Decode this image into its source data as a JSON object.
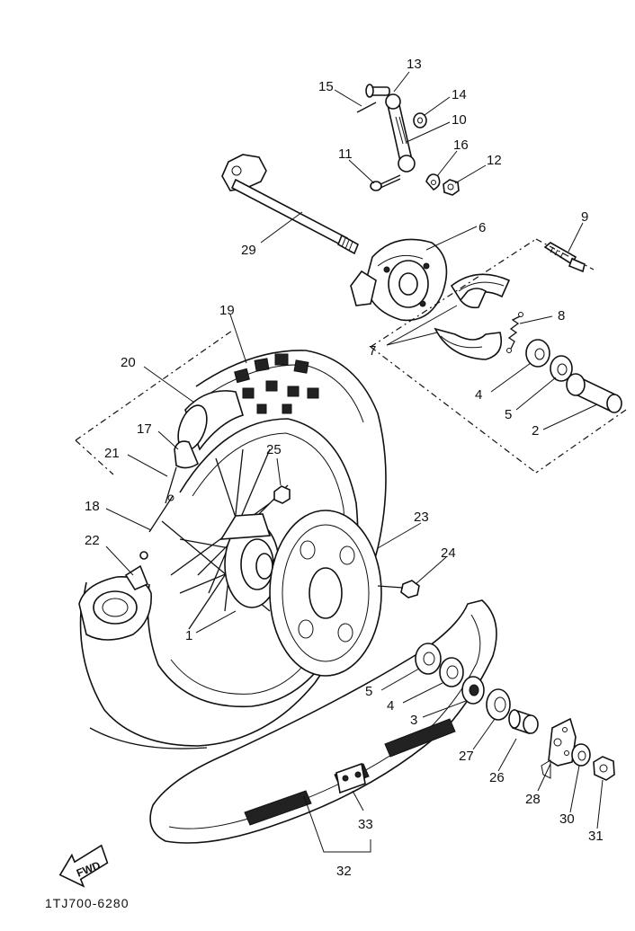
{
  "diagram": {
    "drawing_code": "1TJ700-6280",
    "fwd_label": "FWD",
    "callouts": [
      {
        "id": "c13",
        "label": "13"
      },
      {
        "id": "c15",
        "label": "15"
      },
      {
        "id": "c14",
        "label": "14"
      },
      {
        "id": "c10",
        "label": "10"
      },
      {
        "id": "c11",
        "label": "11"
      },
      {
        "id": "c16",
        "label": "16"
      },
      {
        "id": "c12",
        "label": "12"
      },
      {
        "id": "c9",
        "label": "9"
      },
      {
        "id": "c6",
        "label": "6"
      },
      {
        "id": "c29",
        "label": "29"
      },
      {
        "id": "c8",
        "label": "8"
      },
      {
        "id": "c19",
        "label": "19"
      },
      {
        "id": "c7",
        "label": "7"
      },
      {
        "id": "c20",
        "label": "20"
      },
      {
        "id": "c4a",
        "label": "4"
      },
      {
        "id": "c5a",
        "label": "5"
      },
      {
        "id": "c2",
        "label": "2"
      },
      {
        "id": "c17",
        "label": "17"
      },
      {
        "id": "c25",
        "label": "25"
      },
      {
        "id": "c21",
        "label": "21"
      },
      {
        "id": "c18",
        "label": "18"
      },
      {
        "id": "c23",
        "label": "23"
      },
      {
        "id": "c22",
        "label": "22"
      },
      {
        "id": "c24",
        "label": "24"
      },
      {
        "id": "c1",
        "label": "1"
      },
      {
        "id": "c5b",
        "label": "5"
      },
      {
        "id": "c4b",
        "label": "4"
      },
      {
        "id": "c3",
        "label": "3"
      },
      {
        "id": "c27",
        "label": "27"
      },
      {
        "id": "c26",
        "label": "26"
      },
      {
        "id": "c28",
        "label": "28"
      },
      {
        "id": "c30",
        "label": "30"
      },
      {
        "id": "c31",
        "label": "31"
      },
      {
        "id": "c33",
        "label": "33"
      },
      {
        "id": "c32",
        "label": "32"
      }
    ]
  }
}
